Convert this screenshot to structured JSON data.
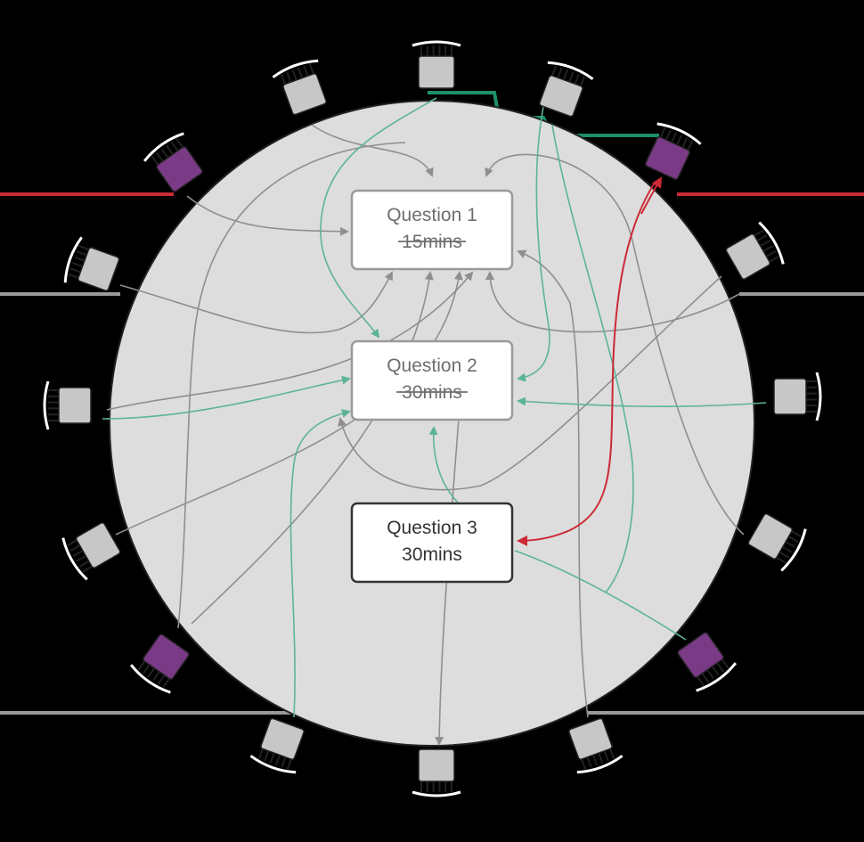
{
  "colors": {
    "background": "#000000",
    "table_fill": "#dddddd",
    "box_fill": "#ffffff",
    "box_border_faded": "#9a9a9a",
    "box_border_active": "#333333",
    "text_faded": "#6e6e6e",
    "text_active": "#333333",
    "arrow_gray": "#8f8f8f",
    "arrow_teal": "#5db39a",
    "arrow_red": "#cc2a36",
    "chair_gray": "#c7c7c7",
    "chair_purple": "#7b3a86",
    "line_gray": "#9a9a9a",
    "line_red": "#cc2a36",
    "line_teal": "#1d8f6a"
  },
  "questions": [
    {
      "id": "q1",
      "title": "Question 1",
      "duration": "15mins",
      "struck": true
    },
    {
      "id": "q2",
      "title": "Question 2",
      "duration": "30mins",
      "struck": true
    },
    {
      "id": "q3",
      "title": "Question 3",
      "duration": "30mins",
      "struck": false
    }
  ],
  "chairs": [
    {
      "id": "chair-top",
      "kind": "gray"
    },
    {
      "id": "chair-top-right-1",
      "kind": "gray"
    },
    {
      "id": "chair-top-right-2",
      "kind": "purple"
    },
    {
      "id": "chair-right-1",
      "kind": "gray"
    },
    {
      "id": "chair-right-2",
      "kind": "gray"
    },
    {
      "id": "chair-right-3",
      "kind": "gray"
    },
    {
      "id": "chair-bottom-right-1",
      "kind": "purple"
    },
    {
      "id": "chair-bottom-right-2",
      "kind": "gray"
    },
    {
      "id": "chair-bottom",
      "kind": "gray"
    },
    {
      "id": "chair-bottom-left-1",
      "kind": "gray"
    },
    {
      "id": "chair-bottom-left-2",
      "kind": "purple"
    },
    {
      "id": "chair-left-1",
      "kind": "gray"
    },
    {
      "id": "chair-left-2",
      "kind": "gray"
    },
    {
      "id": "chair-left-3",
      "kind": "gray"
    },
    {
      "id": "chair-top-left-1",
      "kind": "purple"
    },
    {
      "id": "chair-top-left-2",
      "kind": "gray"
    }
  ]
}
